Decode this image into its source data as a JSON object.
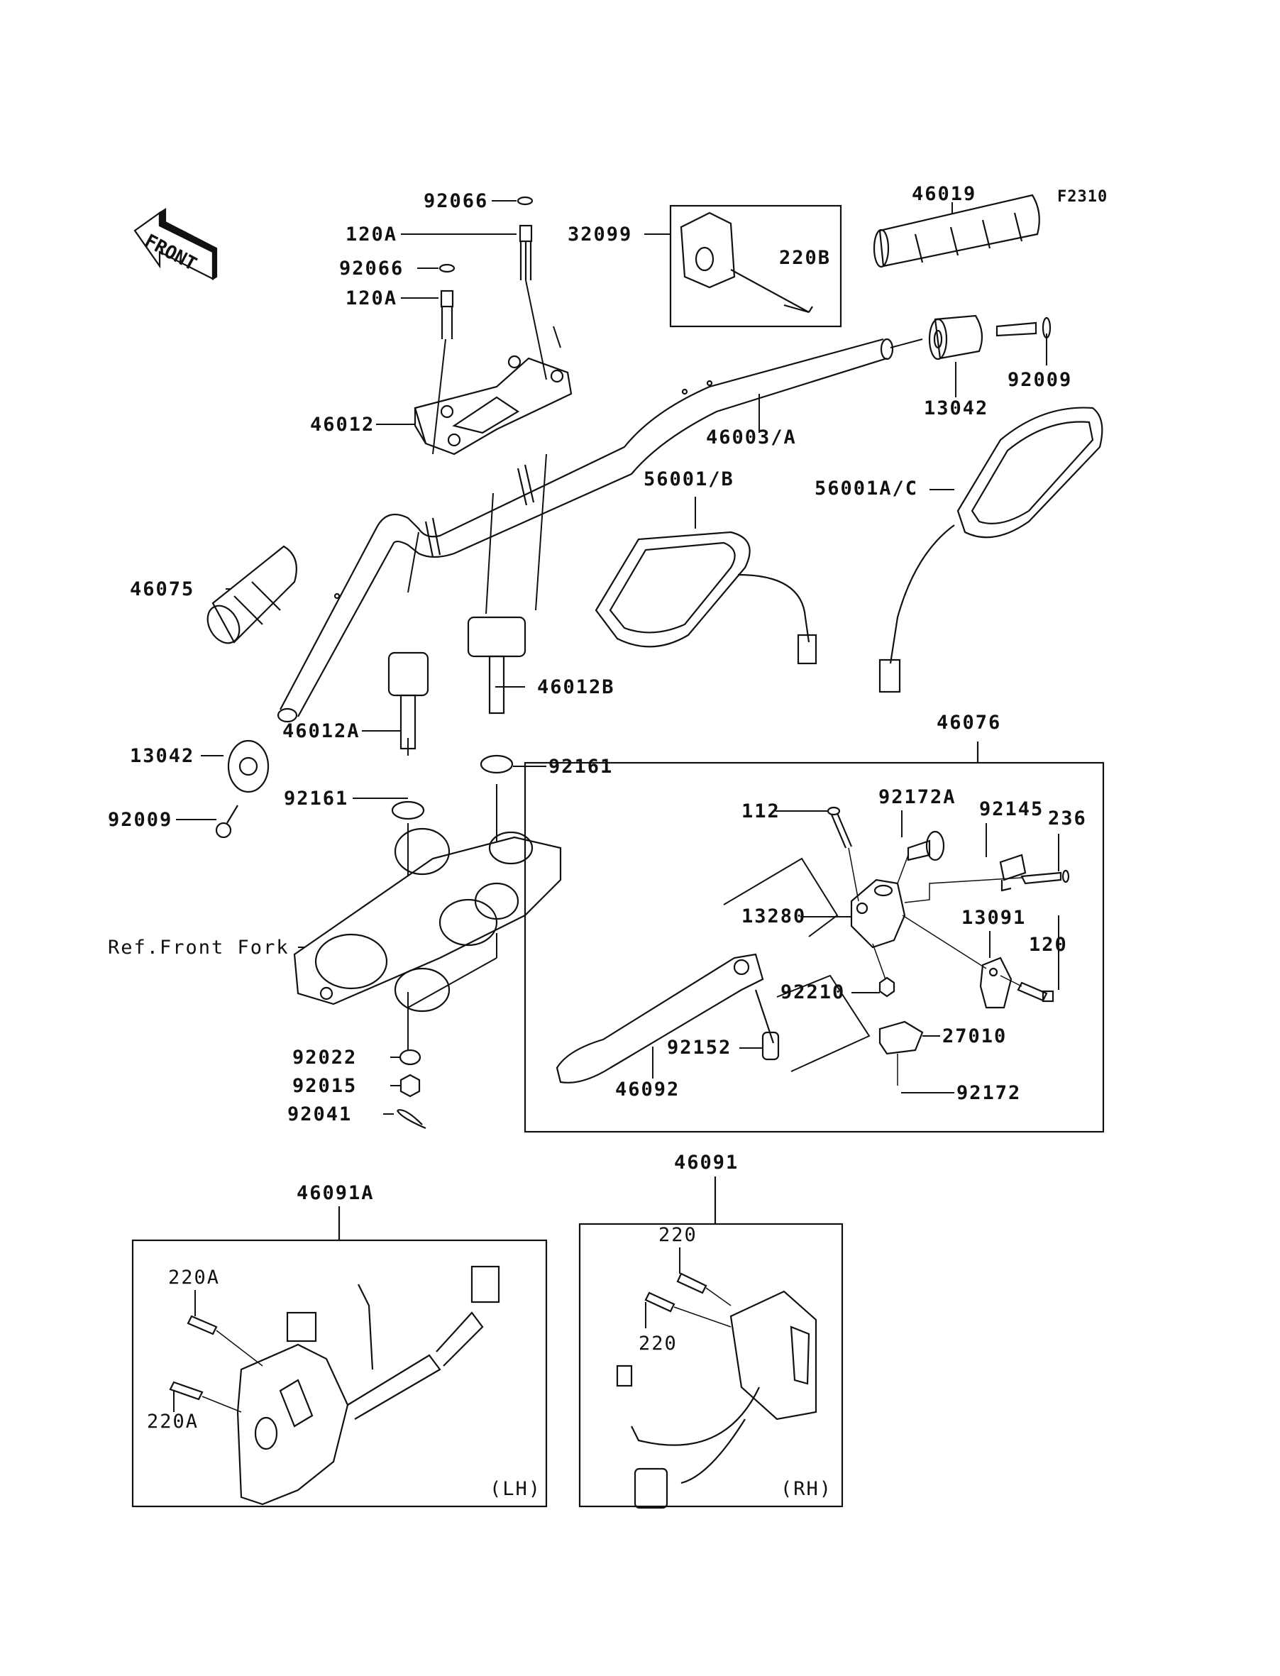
{
  "diagram": {
    "figure_code": "F2310",
    "front_arrow_text": "FRONT",
    "parts": {
      "p92066_top": "92066",
      "p120A_top": "120A",
      "p92066_mid": "92066",
      "p120A_mid": "120A",
      "p32099": "32099",
      "p220B": "220B",
      "p46019": "46019",
      "p46012": "46012",
      "p46003A": "46003/A",
      "p13042_right": "13042",
      "p92009_right": "92009",
      "p56001B": "56001/B",
      "p56001AC": "56001A/C",
      "p46075": "46075",
      "p46012B": "46012B",
      "p46012A": "46012A",
      "p13042_left": "13042",
      "p92161_right": "92161",
      "p92161_left": "92161",
      "p92009_left": "92009",
      "p46076": "46076",
      "p112": "112",
      "p92172A": "92172A",
      "p92145": "92145",
      "p236": "236",
      "p13280": "13280",
      "p13091": "13091",
      "p120": "120",
      "p92210": "92210",
      "p27010": "27010",
      "p92152": "92152",
      "p46092": "46092",
      "p92172": "92172",
      "ref_front_fork": "Ref.Front Fork",
      "p92022": "92022",
      "p92015": "92015",
      "p92041": "92041",
      "p46091A": "46091A",
      "p220A_top": "220A",
      "p220A_bottom": "220A",
      "lh": "(LH)",
      "p46091": "46091",
      "p220_top": "220",
      "p220_bottom": "220",
      "rh": "(RH)"
    }
  }
}
